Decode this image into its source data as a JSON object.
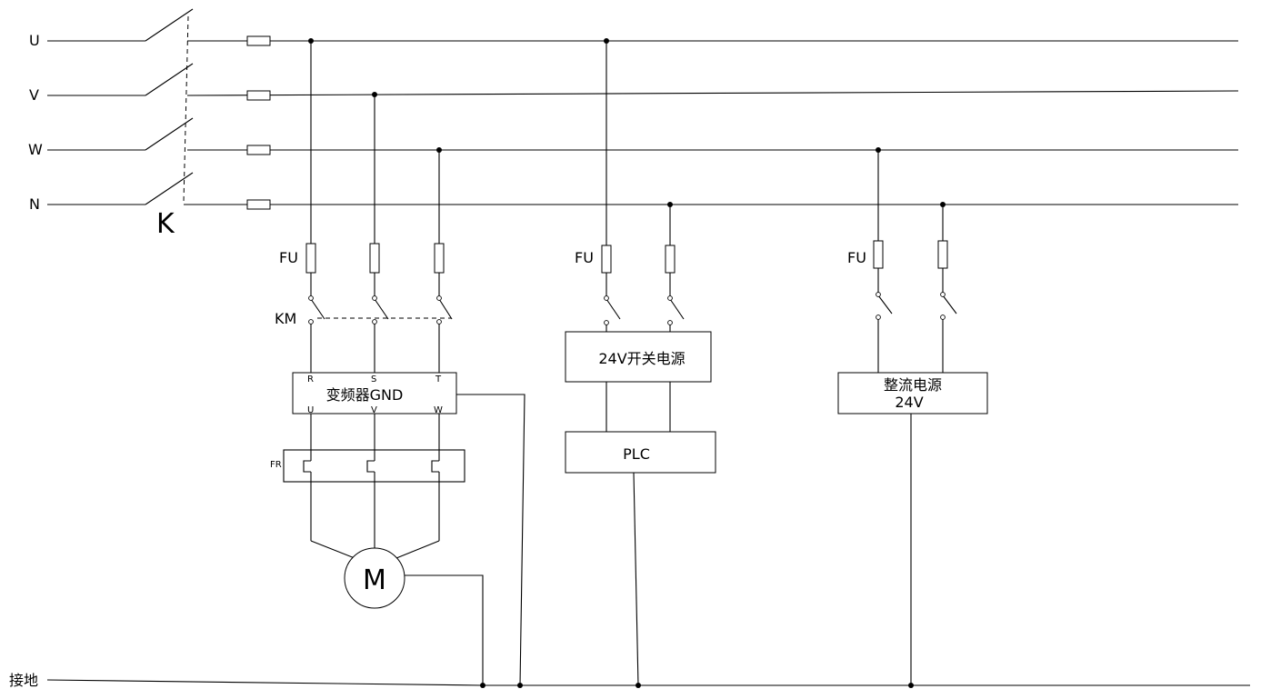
{
  "phases": {
    "u": "U",
    "v": "V",
    "w": "W",
    "n": "N"
  },
  "main_switch": "K",
  "fuse_label": "FU",
  "contactor_label": "KM",
  "vfd": {
    "title": "变频器GND",
    "in_r": "R",
    "in_s": "S",
    "in_t": "T",
    "out_u": "U",
    "out_v": "V",
    "out_w": "W"
  },
  "thermal_relay": "FR",
  "motor": "M",
  "switching_psu": "24V开关电源",
  "plc": "PLC",
  "rectifier": {
    "line1": "整流电源",
    "line2": "24V"
  },
  "ground": "接地"
}
